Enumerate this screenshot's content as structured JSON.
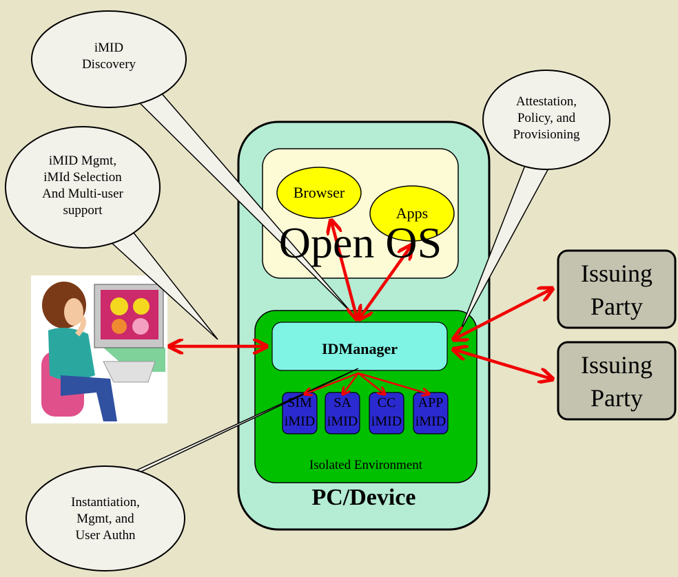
{
  "device": {
    "title": "PC/Device",
    "open_os_label": "Open OS",
    "browser_label": "Browser",
    "apps_label": "Apps",
    "idmanager_label": "IDManager",
    "isolated_label": "Isolated Environment",
    "imids": [
      {
        "top": "SIM",
        "bottom": "iMID"
      },
      {
        "top": "SA",
        "bottom": "iMID"
      },
      {
        "top": "CC",
        "bottom": "iMID"
      },
      {
        "top": "APP",
        "bottom": "iMID"
      }
    ]
  },
  "issuers": [
    {
      "line1": "Issuing",
      "line2": "Party"
    },
    {
      "line1": "Issuing",
      "line2": "Party"
    }
  ],
  "callouts": {
    "discovery": "iMID\nDiscovery",
    "mgmt": "iMID Mgmt,\niMId Selection\nAnd Multi-user\nsupport",
    "attestation": "Attestation,\nPolicy, and\nProvisioning",
    "instantiation": "Instantiation,\nMgmt, and\nUser Authn"
  },
  "colors": {
    "background": "#e8e4c8",
    "device_fill": "#b4ecd4",
    "open_os_fill": "#fdfbd6",
    "app_bubble_fill": "#ffff00",
    "isolated_fill": "#00c000",
    "idmanager_fill": "#80f4e4",
    "imid_fill": "#2a2ad0",
    "issuer_fill": "#c4c3b0",
    "arrow": "#f00000",
    "callout_fill": "#f2f1ea"
  }
}
